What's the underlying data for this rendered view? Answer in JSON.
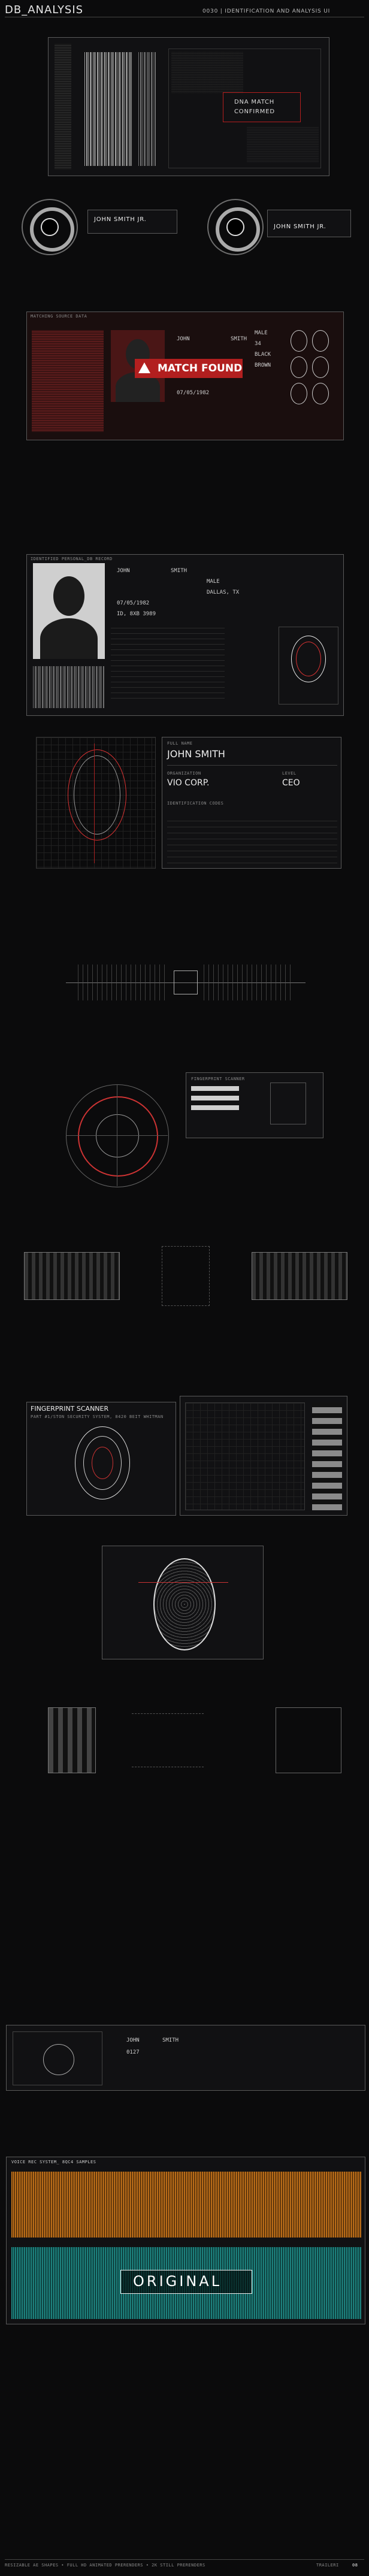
{
  "header": {
    "title": "DB_ANALYSIS",
    "tag": "0030",
    "subtitle": "IDENTIFICATION AND ANALYSIS UI"
  },
  "dna": {
    "line1": "DNA MATCH",
    "line2": "CONFIRMED"
  },
  "iris": {
    "name_left": "JOHN SMITH JR.",
    "name_right": "JOHN SMITH JR."
  },
  "match": {
    "banner": "MATCH FOUND",
    "first": "JOHN",
    "last": "SMITH",
    "gender": "MALE",
    "age": "34",
    "eyes": "BLACK",
    "hair": "BROWN",
    "dob": "07/05/1982",
    "panel_title": "MATCHING SOURCE DATA"
  },
  "profile": {
    "panel_title": "IDENTIFIED PERSONAL_DB RECORD",
    "first": "JOHN",
    "last": "SMITH",
    "gender": "MALE",
    "location": "DALLAS, TX",
    "dob": "07/05/1982",
    "id": "ID, 8XB 3989"
  },
  "face": {
    "full_name_label": "FULL NAME",
    "full_name": "JOHN SMITH",
    "org_label": "ORGANIZATION",
    "org": "VIO CORP.",
    "level_label": "LEVEL",
    "level": "CEO",
    "codes_label": "IDENTIFICATION CODES"
  },
  "radar": {
    "title": "FINGERPRINT SCANNER"
  },
  "scanner": {
    "title": "FINGERPRINT SCANNER",
    "note": "PART #1/STON SECURITY SYSTEM, 8420 BEIT WHITMAN"
  },
  "mini": {
    "first": "JOHN",
    "last": "SMITH",
    "code": "0127"
  },
  "waves": {
    "header": "VOICE REC SYSTEM_ 8QC4 SAMPLES",
    "label": "ORIGINAL"
  },
  "footer": {
    "left": "RESIZABLE AE SHAPES • FULL HD ANIMATED PRERENDERS • 2K STILL PRERENDERS",
    "right": "TRAILERI",
    "page": "08"
  }
}
